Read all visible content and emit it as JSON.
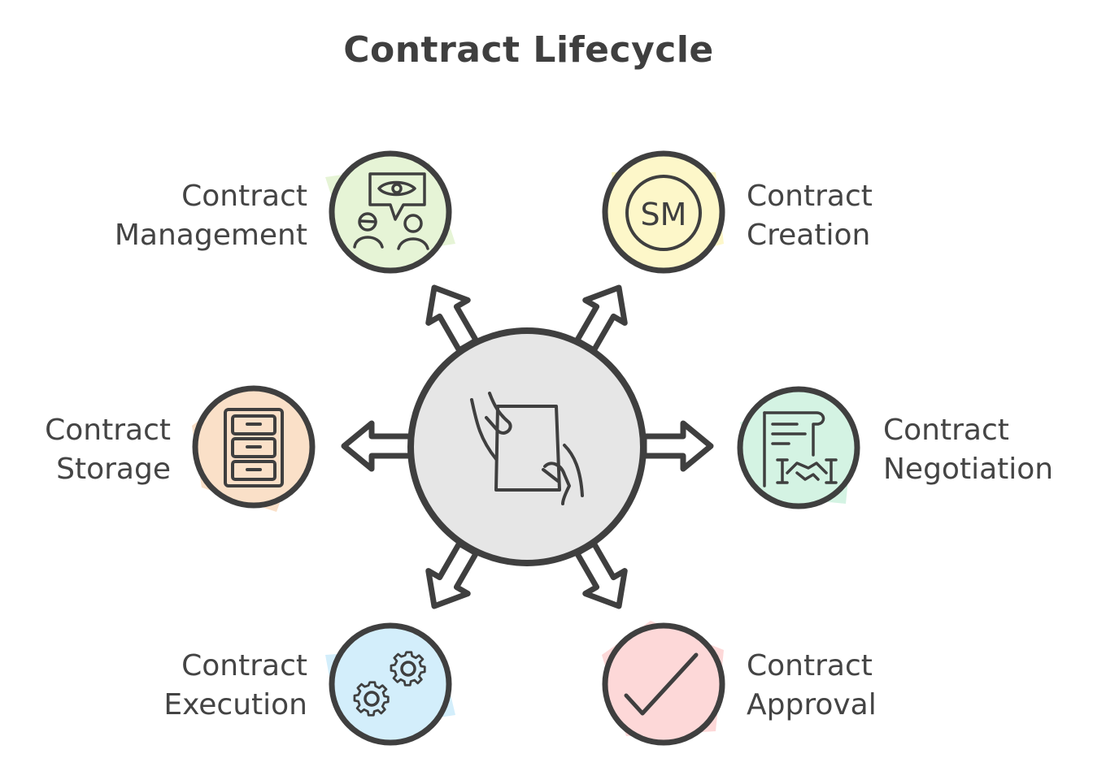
{
  "title": "Contract Lifecycle",
  "stages": [
    {
      "line1": "Contract",
      "line2": "Management",
      "color": "#e6f4d6",
      "icon": "eye-speech-people-icon"
    },
    {
      "line1": "Contract",
      "line2": "Creation",
      "color": "#fdf7c9",
      "icon": "sm-seal-icon"
    },
    {
      "line1": "Contract",
      "line2": "Storage",
      "color": "#fae0c8",
      "icon": "filing-cabinet-icon"
    },
    {
      "line1": "Contract",
      "line2": "Negotiation",
      "color": "#d4f3e3",
      "icon": "document-handshake-icon"
    },
    {
      "line1": "Contract",
      "line2": "Execution",
      "color": "#d3eefb",
      "icon": "gears-icon"
    },
    {
      "line1": "Contract",
      "line2": "Approval",
      "color": "#fdd8d8",
      "icon": "checkmark-icon"
    }
  ],
  "center": {
    "color": "#e6e6e6",
    "icon": "hands-holding-document-icon"
  },
  "stroke_color": "#3f3f3f"
}
